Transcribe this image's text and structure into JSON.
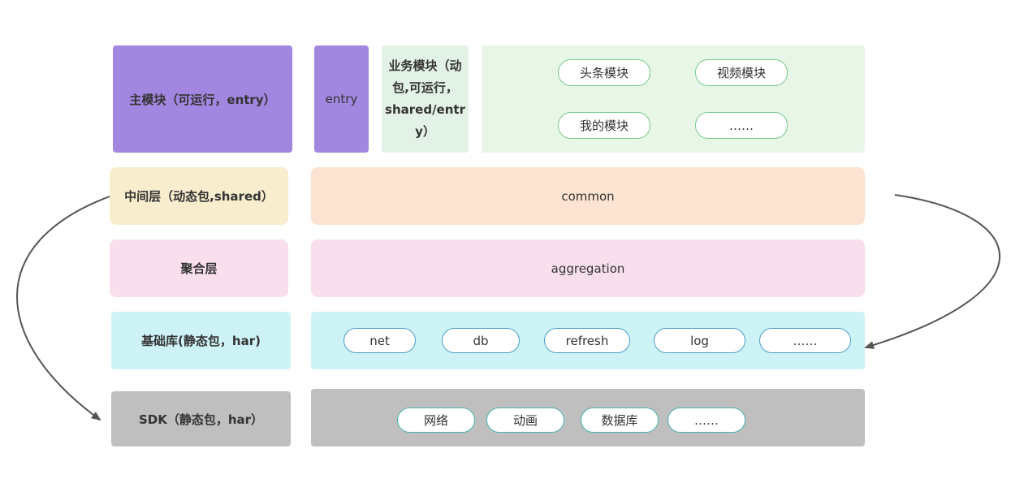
{
  "colors": {
    "main_purple": "#a287e0",
    "business_green_light": "#e3f2e6",
    "business_area_green": "#e8f6e8",
    "middle_yellow": "#f8eece",
    "common_orange": "#fde3d1",
    "aggregation_pink": "#f9dfee",
    "base_cyan": "#cdf3f6",
    "sdk_gray": "#bfbfbf",
    "arrow": "#555555"
  },
  "rows": {
    "main": {
      "label": "主模块（可运行，entry）",
      "entry_label": "entry",
      "business_label": "业务模块（动包,可运行，shared/entry）",
      "business_label_lines": [
        "业务模块（动",
        "包,可运行，",
        "shared/entr",
        "y）"
      ],
      "modules": [
        "头条模块",
        "视频模块",
        "我的模块",
        "……"
      ]
    },
    "middle": {
      "label": "中间层（动态包,shared）",
      "content": "common"
    },
    "aggregation": {
      "label": "聚合层",
      "content": "aggregation"
    },
    "base": {
      "label": "基础库(静态包，har)",
      "items": [
        "net",
        "db",
        "refresh",
        "log",
        "……"
      ]
    },
    "sdk": {
      "label": "SDK（静态包，har）",
      "items": [
        "网络",
        "动画",
        "数据库",
        "……"
      ]
    }
  }
}
